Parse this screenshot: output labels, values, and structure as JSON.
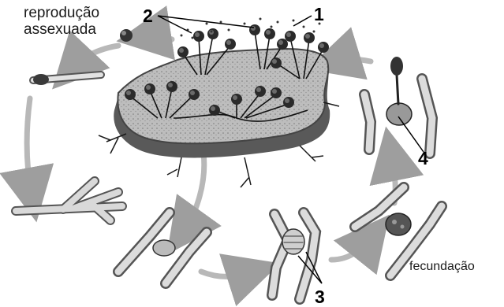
{
  "labels": {
    "asexual_line1": "reprodução",
    "asexual_line2": "assexuada",
    "fertilization": "fecundação"
  },
  "markers": {
    "m1": "1",
    "m2": "2",
    "m3": "3",
    "m4": "4"
  },
  "colors": {
    "arrow": "#b3b3b3",
    "bread": "#9a9a9a",
    "hypha": "#cfcfcf",
    "sporangium": "#2a2a2a"
  }
}
